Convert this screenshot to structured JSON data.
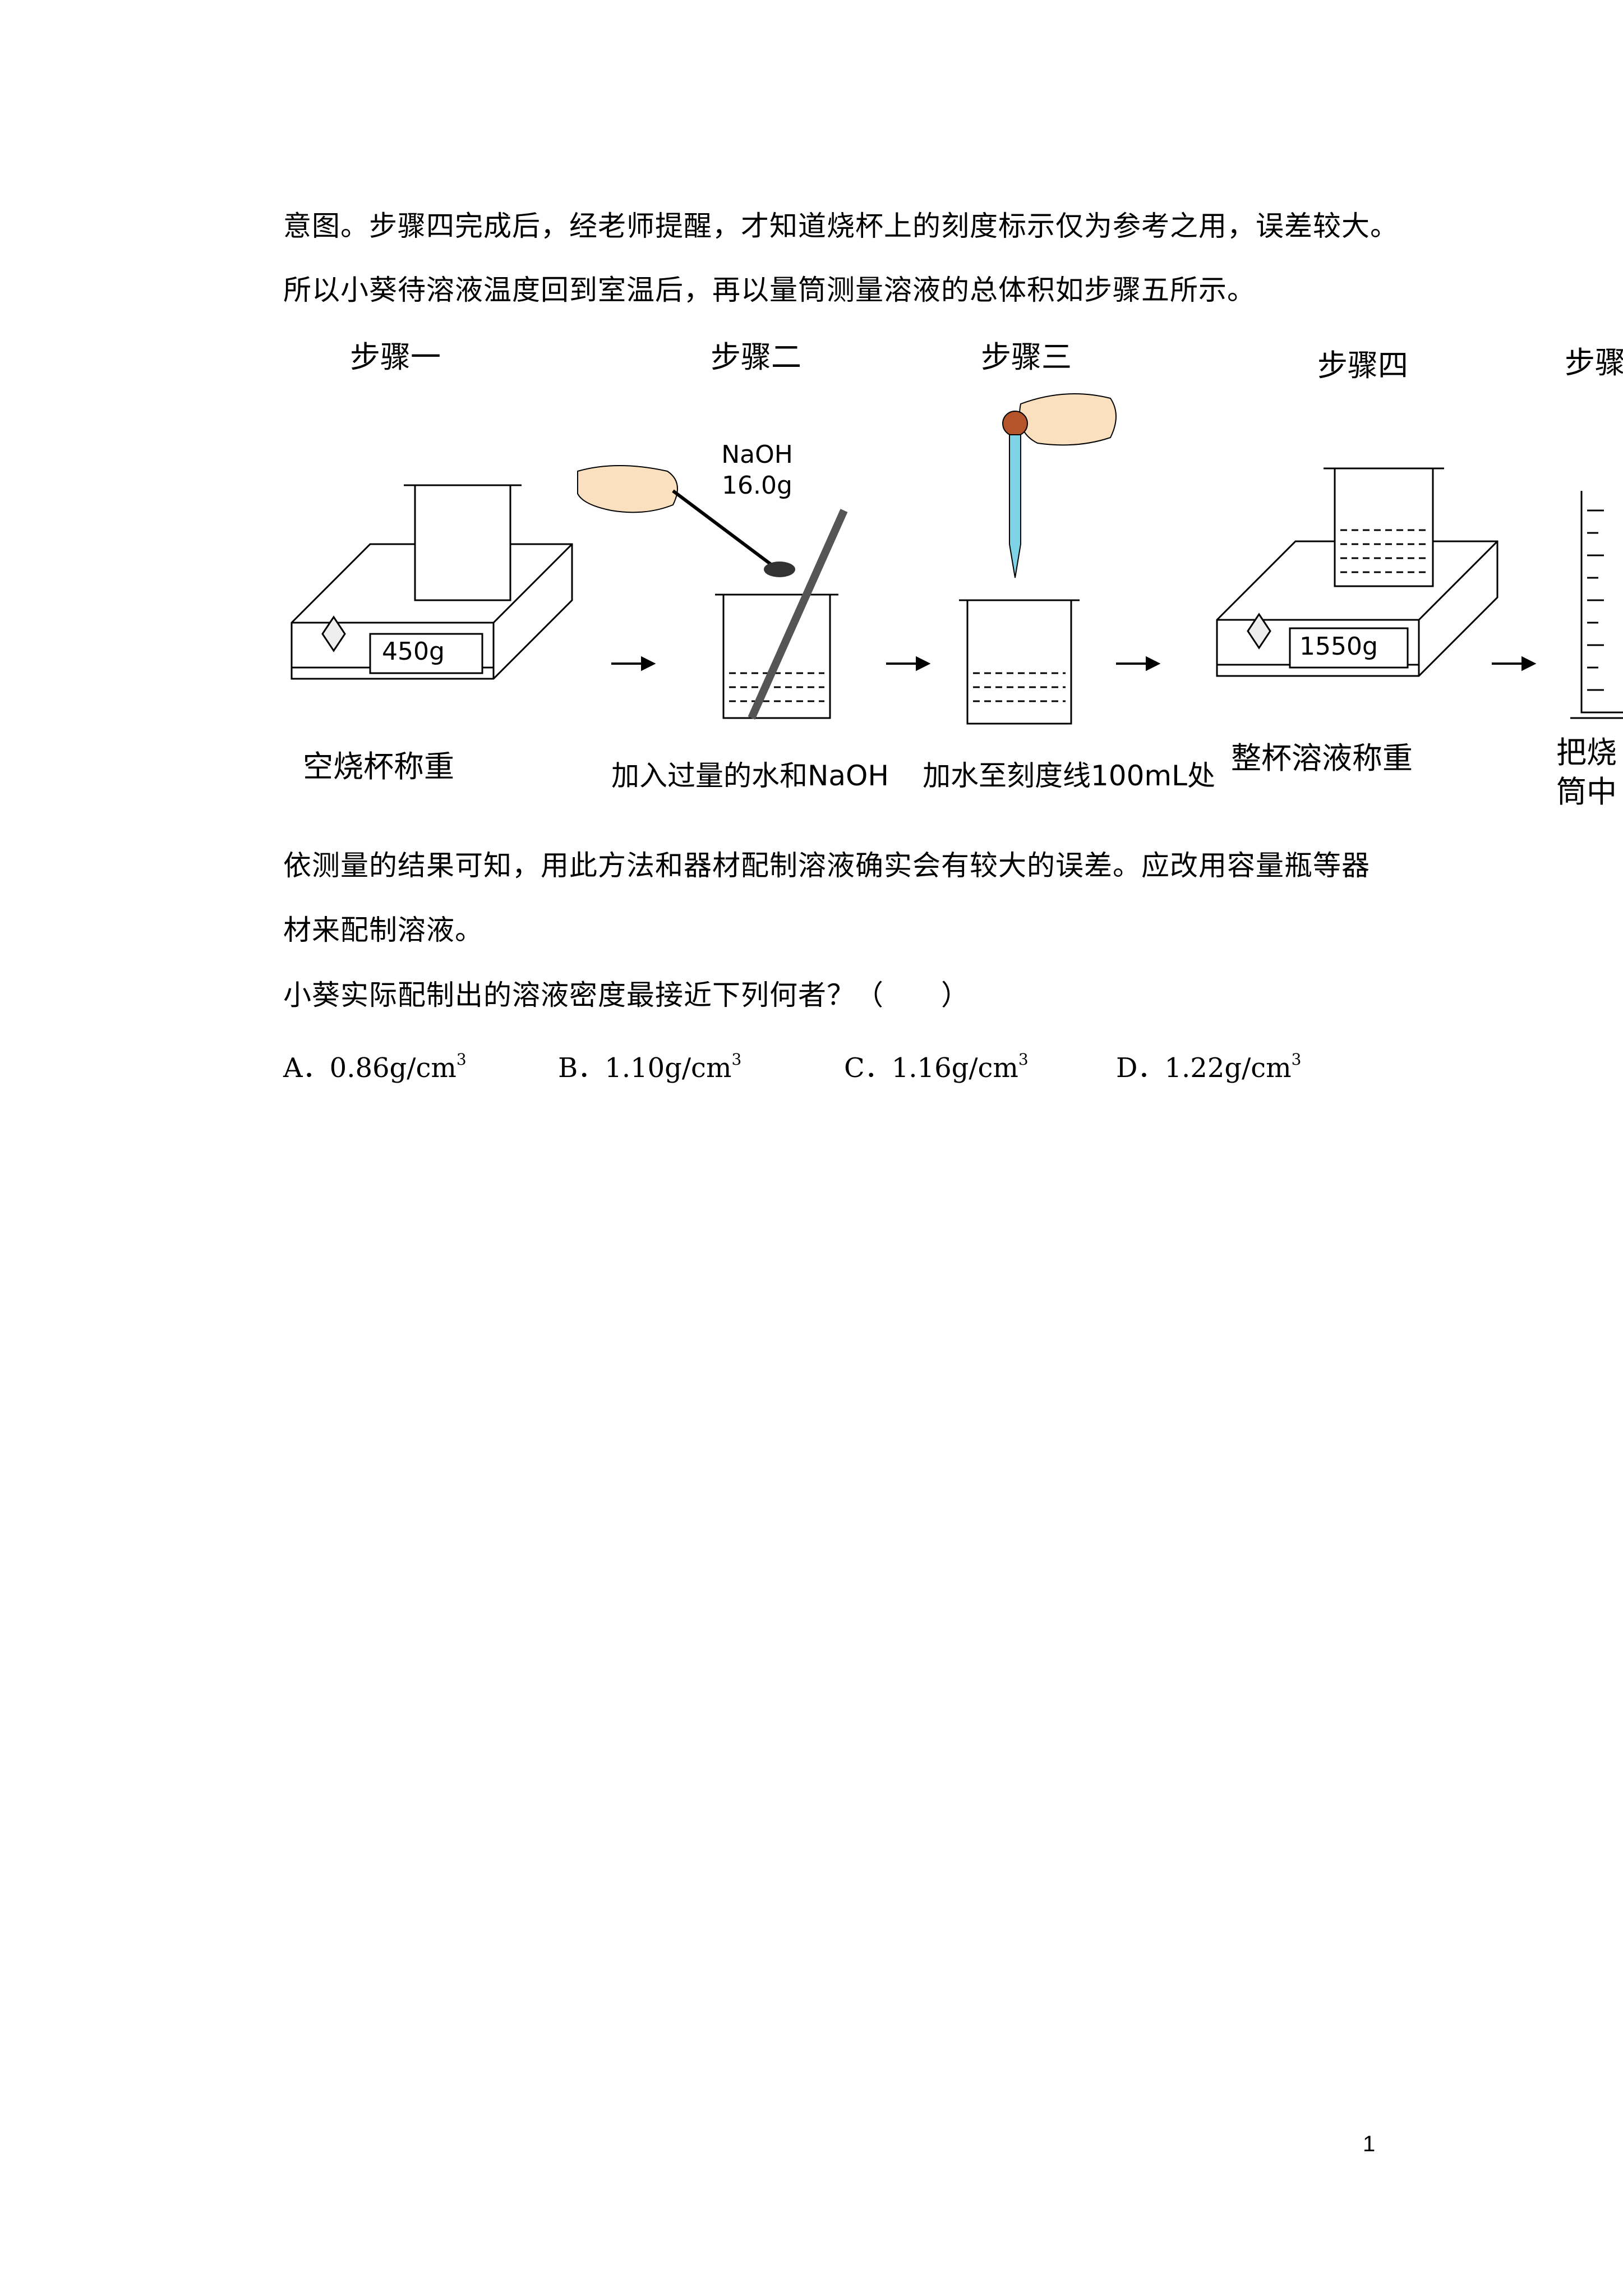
{
  "paragraphs": {
    "p1": "意图。步骤四完成后，经老师提醒，才知道烧杯上的刻度标示仅为参考之用，误差较大。",
    "p2": "所以小葵待溶液温度回到室温后，再以量筒测量溶液的总体积如步骤五所示。",
    "p3": "依测量的结果可知，用此方法和器材配制溶液确实会有较大的误差。应改用容量瓶等器",
    "p4": "材来配制溶液。",
    "question": "小葵实际配制出的溶液密度最接近下列何者？（　　）"
  },
  "figure": {
    "steps": [
      {
        "title": "步骤一",
        "caption": "空烧杯称重",
        "display": "450g"
      },
      {
        "title": "步骤二",
        "caption": "加入过量的水和NaOH",
        "label_line1": "NaOH",
        "label_line2": "16.0g"
      },
      {
        "title": "步骤三",
        "caption": "加水至刻度线100mL处"
      },
      {
        "title": "步骤四",
        "caption": "整杯溶液称重",
        "display": "1550g"
      },
      {
        "title": "步骤",
        "caption_line1": "把烧",
        "caption_line2": "筒中"
      }
    ]
  },
  "choices": [
    {
      "letter": "A．",
      "value": "0.86g/cm",
      "exp": "3"
    },
    {
      "letter": "B．",
      "value": "1.10g/cm",
      "exp": "3"
    },
    {
      "letter": "C．",
      "value": "1.16g/cm",
      "exp": "3"
    },
    {
      "letter": "D．",
      "value": "1.22g/cm",
      "exp": "3"
    }
  ],
  "page_number": "1"
}
